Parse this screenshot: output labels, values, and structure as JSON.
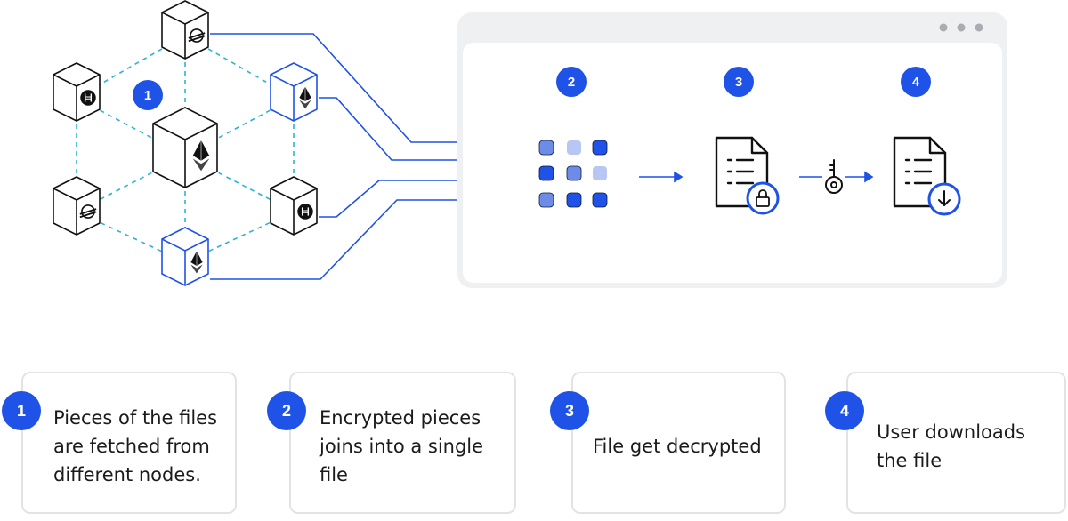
{
  "diagram": {
    "colors": {
      "accent": "#1f52e6",
      "dash": "#2bb3d6",
      "node_stroke": "#111111",
      "window_bg": "#eff0f2"
    },
    "node_markers": {
      "1": "1",
      "2": "2",
      "3": "3",
      "4": "4"
    },
    "node_icons": [
      "stellar-icon",
      "ethereum-icon",
      "hedera-icon"
    ],
    "pipeline_icons": [
      "encrypted-pieces-grid-icon",
      "locked-document-icon",
      "key-icon",
      "download-document-icon"
    ]
  },
  "steps": [
    {
      "number": "1",
      "text": "Pieces of the files\nare fetched from\ndifferent nodes."
    },
    {
      "number": "2",
      "text": "Encrypted pieces\njoins into a single\nfile"
    },
    {
      "number": "3",
      "text": "File get decrypted"
    },
    {
      "number": "4",
      "text": "User downloads\nthe file"
    }
  ]
}
